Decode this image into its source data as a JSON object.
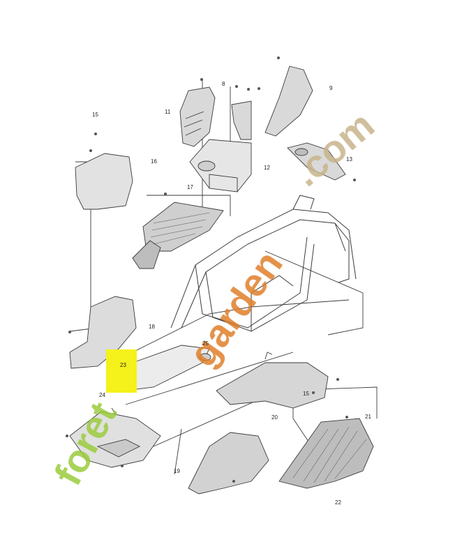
{
  "diagram": {
    "callouts": [
      {
        "id": "c8",
        "text": "8"
      },
      {
        "id": "c9",
        "text": "9"
      },
      {
        "id": "c11",
        "text": "11"
      },
      {
        "id": "c12",
        "text": "12"
      },
      {
        "id": "c13",
        "text": "13"
      },
      {
        "id": "c15a",
        "text": "15"
      },
      {
        "id": "c15b",
        "text": "15"
      },
      {
        "id": "c16",
        "text": "16"
      },
      {
        "id": "c17",
        "text": "17"
      },
      {
        "id": "c18",
        "text": "18"
      },
      {
        "id": "c19",
        "text": "19"
      },
      {
        "id": "c20",
        "text": "20"
      },
      {
        "id": "c21",
        "text": "21"
      },
      {
        "id": "c22",
        "text": "22"
      },
      {
        "id": "c23",
        "text": "23"
      },
      {
        "id": "c24",
        "text": "24"
      },
      {
        "id": "c25",
        "text": "25"
      }
    ],
    "highlight_label": "23",
    "highlight_color": "#f5f11a",
    "line_color": "#3a3a3a",
    "part_fill": "#d9d9d9"
  },
  "watermark": {
    "text": "foretgarden.com",
    "colors": [
      "#9acb3c",
      "#e07f2a",
      "#a8c83a",
      "#c8b48c"
    ]
  }
}
